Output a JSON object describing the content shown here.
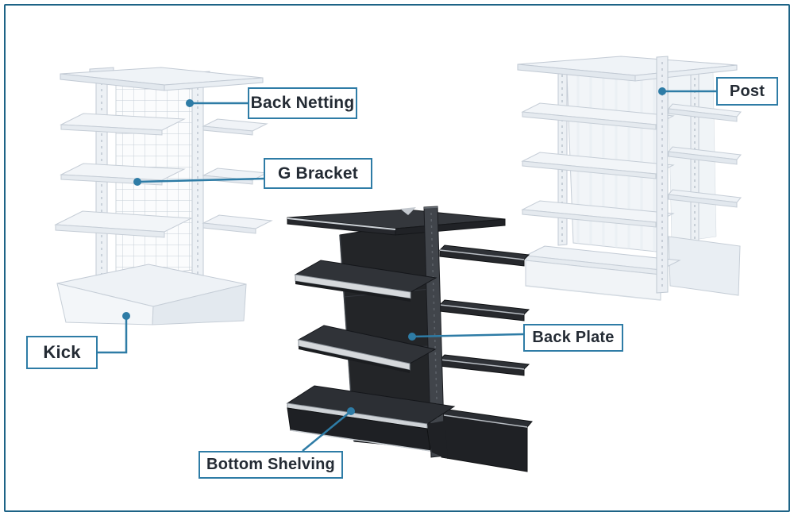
{
  "frame": {
    "background": "#ffffff",
    "border_color": "#1d6386"
  },
  "palette": {
    "accent": "#2e7ca6",
    "label_text": "#242b34",
    "label_background": "#ffffff",
    "white_shelving": "#f0f3f7",
    "white_shelving_stroke": "#c2cad4",
    "black_shelving": "#232528",
    "chrome_trim": "#d6d9dc",
    "mesh_line": "#c6ced6"
  },
  "labels": [
    {
      "id": "back-netting",
      "text": "Back Netting"
    },
    {
      "id": "g-bracket",
      "text": "G Bracket"
    },
    {
      "id": "kick",
      "text": "Kick"
    },
    {
      "id": "post",
      "text": "Post"
    },
    {
      "id": "back-plate",
      "text": "Back Plate"
    },
    {
      "id": "bottom-shelving",
      "text": "Bottom Shelving"
    }
  ]
}
